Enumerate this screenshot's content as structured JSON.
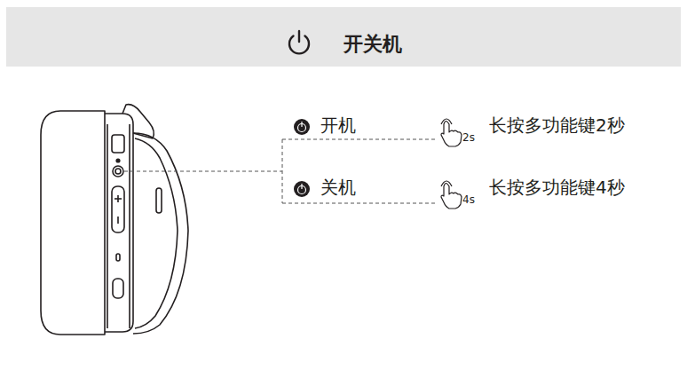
{
  "diagram": {
    "title": "开关机",
    "labels": [
      "开机",
      "2s",
      "长按多功能键2秒",
      "关机",
      "4s",
      "长按多功能键4秒"
    ]
  }
}
